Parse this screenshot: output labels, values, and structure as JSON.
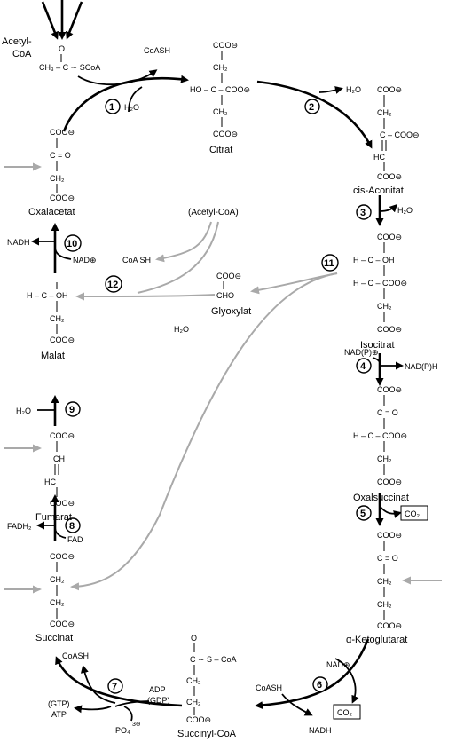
{
  "compounds": {
    "acetylcoa_top": [
      "Acetyl-",
      "CoA"
    ],
    "acetylcoa_formula": [
      "O",
      "CH₃ – C ∼ SCoA"
    ],
    "citrat": {
      "name": "Citrat",
      "lines": [
        "COO⊖",
        "CH₂",
        "HO – C – COO⊖",
        "CH₂",
        "COO⊖"
      ]
    },
    "cisaconitat": {
      "name": "cis-Aconitat",
      "lines": [
        "COO⊖",
        "CH₂",
        "C – COO⊖",
        "HC",
        "COO⊖"
      ]
    },
    "isocitrat": {
      "name": "Isocitrat",
      "lines": [
        "COO⊖",
        "H – C – OH",
        "H – C – COO⊖",
        "CH₂",
        "COO⊖"
      ]
    },
    "oxalsuccinat": {
      "name": "Oxalsuccinat",
      "lines": [
        "COO⊖",
        "C = O",
        "H – C – COO⊖",
        "CH₂",
        "COO⊖"
      ]
    },
    "ketoglutarat": {
      "name": "α-Ketoglutarat",
      "lines": [
        "COO⊖",
        "C = O",
        "CH₂",
        "CH₂",
        "COO⊖"
      ]
    },
    "succinylcoa": {
      "name": "Succinyl-CoA",
      "lines": [
        "O",
        "C ∼ S – CoA",
        "CH₂",
        "CH₂",
        "COO⊖"
      ]
    },
    "succinat": {
      "name": "Succinat",
      "lines": [
        "COO⊖",
        "CH₂",
        "CH₂",
        "COO⊖"
      ]
    },
    "fumarat": {
      "name": "Fumarat",
      "lines": [
        "COO⊖",
        "CH",
        "HC",
        "COO⊖"
      ]
    },
    "malat": {
      "name": "Malat",
      "lines": [
        "H – C – OH",
        "CH₂",
        "COO⊖"
      ]
    },
    "oxalacetat": {
      "name": "Oxalacetat",
      "lines": [
        "COO⊖",
        "C = O",
        "CH₂",
        "COO⊖"
      ]
    },
    "glyoxylat": {
      "name": "Glyoxylat",
      "lines": [
        "COO⊖",
        "CHO"
      ]
    }
  },
  "cofactors": {
    "coash_top": "CoASH",
    "h2o_1": "H₂O",
    "h2o_2": "H₂O",
    "h2o_3": "H₂O",
    "h2o_glyox": "H₂O",
    "h2o_9": "H₂O",
    "nadp_in": "NAD(P)⊕",
    "nadph_out": "NAD(P)H",
    "co2_5": "CO₂",
    "nad_6": "NAD⊕",
    "coash_6": "CoASH",
    "nadh_6": "NADH",
    "co2_6": "CO₂",
    "adp": "ADP",
    "gdp": "(GDP)",
    "gtp": "(GTP)",
    "atp": "ATP",
    "po4": "PO₄",
    "po4_charge": "3⊖",
    "coash_7": "CoASH",
    "fadh2": "FADH₂",
    "fad": "FAD",
    "nadh_10": "NADH",
    "nad_10": "NAD⊕",
    "acetylcoa_12": "(Acetyl-CoA)",
    "coash_12": "CoA SH"
  },
  "steps": [
    "1",
    "2",
    "3",
    "4",
    "5",
    "6",
    "7",
    "8",
    "9",
    "10",
    "11",
    "12"
  ]
}
